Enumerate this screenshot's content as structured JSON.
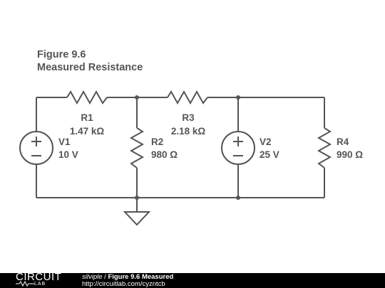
{
  "figure": {
    "title": "Figure 9.6",
    "subtitle": "Measured Resistance"
  },
  "components": {
    "R1": {
      "name": "R1",
      "value": "1.47 kΩ"
    },
    "R2": {
      "name": "R2",
      "value": "980 Ω"
    },
    "R3": {
      "name": "R3",
      "value": "2.18 kΩ"
    },
    "R4": {
      "name": "R4",
      "value": "990 Ω"
    },
    "V1": {
      "name": "V1",
      "value": "10 V"
    },
    "V2": {
      "name": "V2",
      "value": "25 V"
    }
  },
  "footer": {
    "logo_top": "CIRCUIT",
    "logo_bottom": "LAB",
    "author": "silviple",
    "separator": " / ",
    "schematic_title": "Figure 9.6 Measured",
    "url": "http://circuitlab.com/cyzntcb"
  },
  "colors": {
    "ink": "#555555",
    "footer_bg": "#000000"
  }
}
